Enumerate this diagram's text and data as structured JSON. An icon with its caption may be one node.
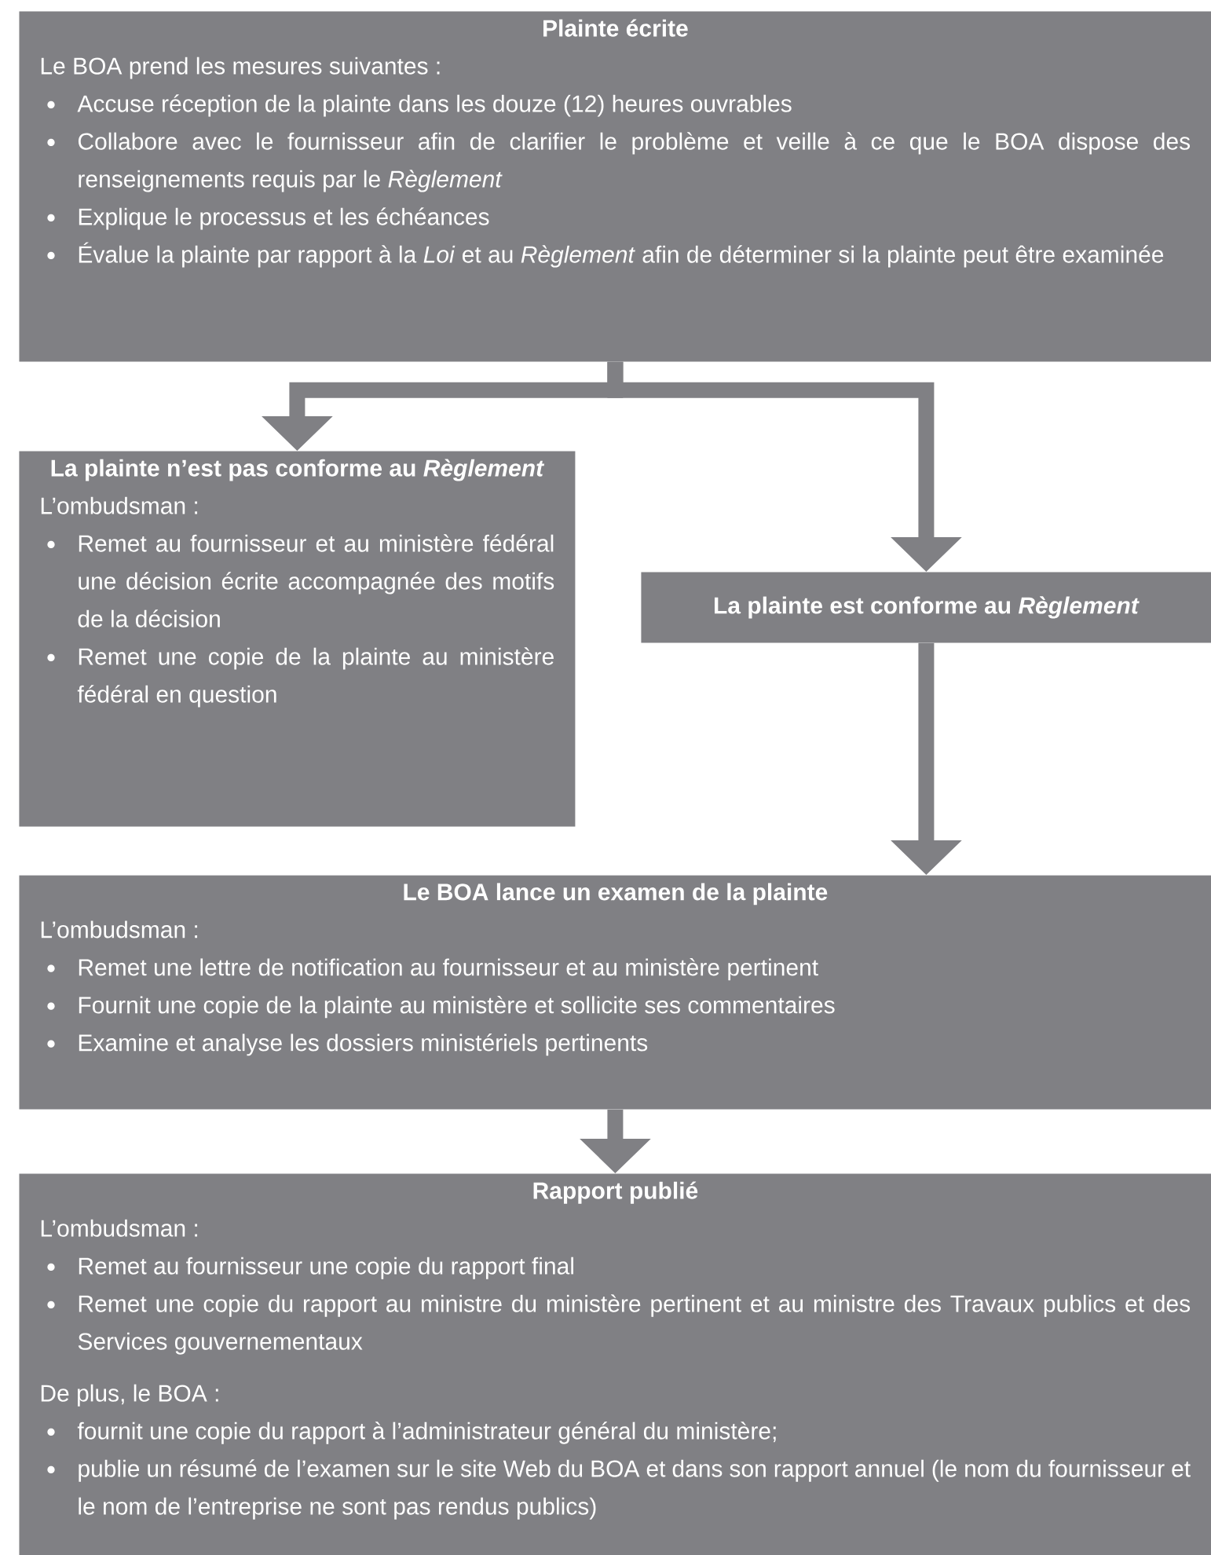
{
  "diagram": {
    "nodes": [
      {
        "text": [
          "Plainte écrite",
          "Le BOA prend les mesures suivantes :",
          "Accuse réception de la plainte dans les douze (12) heures ouvrables",
          "Collabore avec le fournisseur afin de clarifier le problème et veille à ce que le BOA dispose des renseignements requis par le *Règlement*",
          "Explique le processus et les échéances",
          "Évalue la plainte par rapport à la *Loi* et au *Règlement* afin de déterminer si la plainte peut être examinée"
        ]
      },
      {
        "text": [
          "La plainte n’est pas conforme au *Règlement*",
          "L’ombudsman :",
          "Remet au fournisseur et au ministère fédéral une décision écrite accompagnée des motifs de la décision",
          "Remet une copie de la plainte au ministère fédéral en question"
        ]
      },
      {
        "text": [
          "La plainte est conforme au *Règlement*"
        ]
      },
      {
        "text": [
          "Le BOA lance un examen de la plainte",
          "L’ombudsman :",
          "Remet une lettre de notification au fournisseur et au ministère pertinent",
          "Fournit une copie de la plainte au ministère et sollicite ses commentaires",
          "Examine et analyse les dossiers ministériels pertinents"
        ]
      },
      {
        "text": [
          "Rapport publié",
          "L’ombudsman :",
          "Remet au fournisseur une copie du rapport final",
          "Remet une copie du rapport au ministre du ministère pertinent et au ministre des Travaux publics et des Services gouvernementaux",
          "De plus, le BOA :",
          "fournit une copie du rapport à l’administrateur général du ministère;",
          "publie un résumé de l’examen sur le site Web du BOA et dans son rapport annuel (le nom du fournisseur et le nom de l’entreprise ne sont pas rendus publics)"
        ]
      }
    ],
    "edges": [
      {
        "from": 0,
        "to": 1,
        "arrow": "to"
      },
      {
        "from": 0,
        "to": 2,
        "arrow": "to"
      },
      {
        "from": 2,
        "to": 3,
        "arrow": "to"
      },
      {
        "from": 3,
        "to": 4,
        "arrow": "to"
      }
    ]
  }
}
